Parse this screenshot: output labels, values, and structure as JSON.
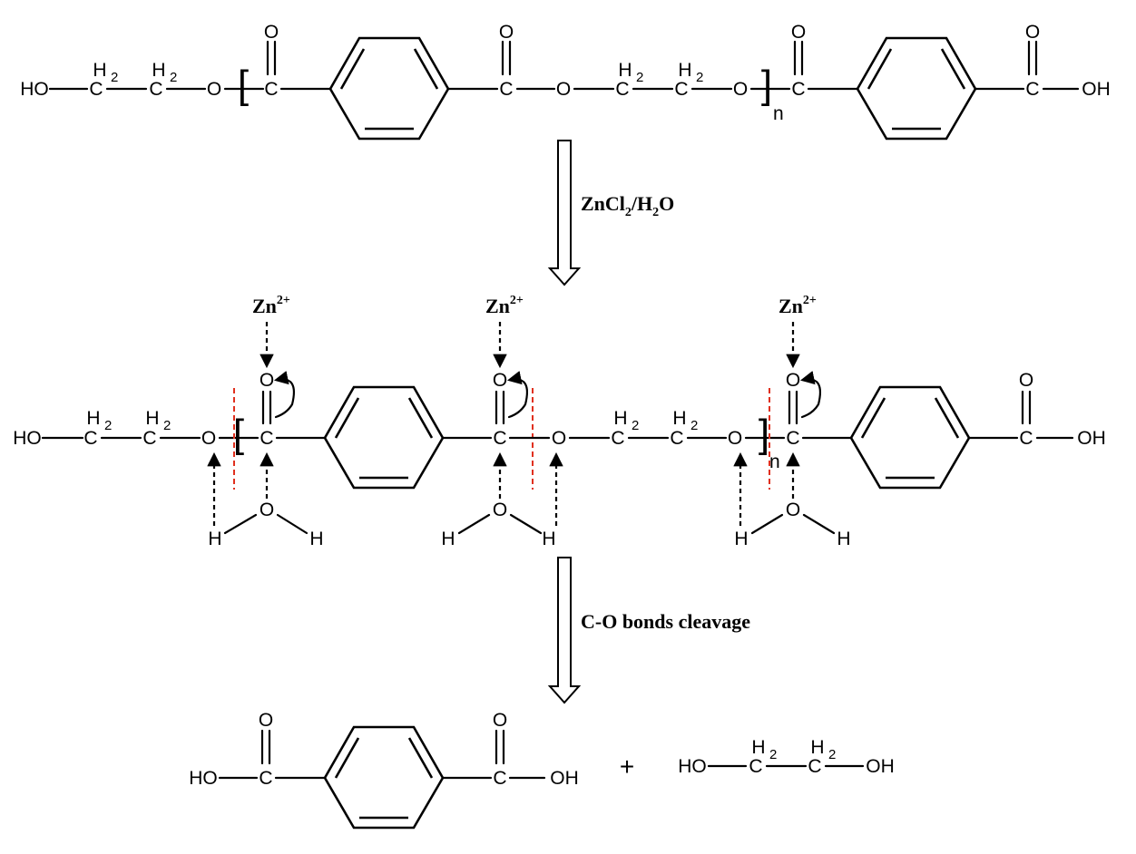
{
  "atoms": {
    "ho": "HO",
    "oh": "OH",
    "c": "C",
    "o": "O",
    "h": "H",
    "h2_h": "H",
    "h2_sub": "2",
    "repeat_n": "n",
    "bracket_open": "[",
    "bracket_close": "]",
    "plus": "+"
  },
  "conditions": {
    "step1_main": "ZnCl",
    "step1_sub1": "2",
    "step1_slash": "/H",
    "step1_sub2": "2",
    "step1_tail": "O",
    "step2": "C-O bonds cleavage"
  },
  "zinc": {
    "label": "Zn",
    "charge": "2+"
  },
  "colors": {
    "line": "#000000",
    "cleavage": "#e0301e",
    "background": "#ffffff"
  }
}
